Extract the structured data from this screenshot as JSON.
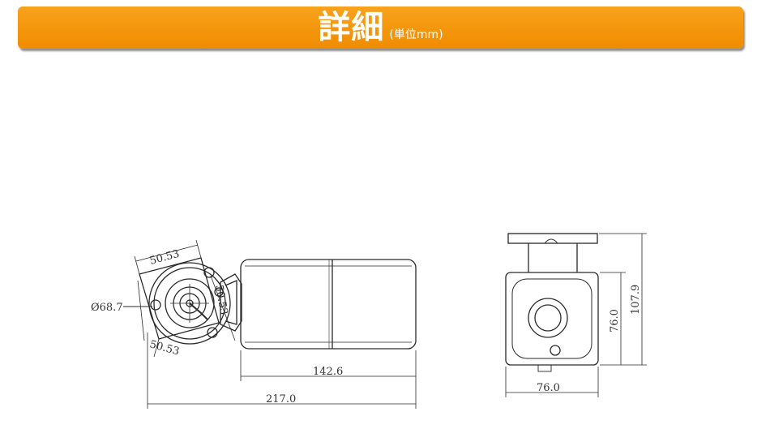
{
  "header": {
    "title": "詳細",
    "unit": "(単位mm)"
  },
  "dimensions": {
    "bracket_diameter": "Ø68.7",
    "bracket_top": "50.53",
    "bracket_right": "50.53",
    "bracket_bottom": "50.53",
    "body_length": "142.6",
    "total_length": "217.0",
    "front_width": "76.0",
    "front_height": "76.0",
    "total_height": "107.9"
  },
  "colors": {
    "banner": "#f39200",
    "line": "#2a2a2a"
  }
}
